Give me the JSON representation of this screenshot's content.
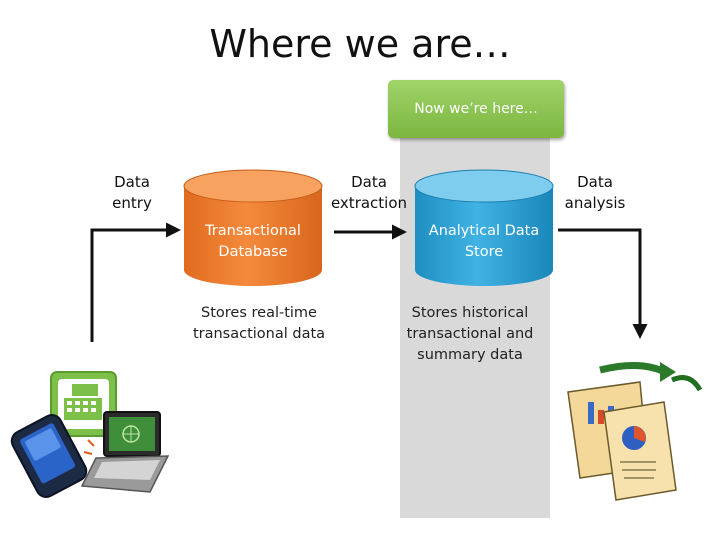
{
  "title": "Where we are…",
  "here_label": "Now we’re here…",
  "flow_labels": {
    "data_entry": "Data entry",
    "data_extraction": "Data extraction",
    "data_analysis": "Data analysis"
  },
  "transactional_db": {
    "name": "Transactional Database",
    "description": "Stores real-time transactional data",
    "color": "#ed7d31"
  },
  "analytical_store": {
    "name": "Analytical Data Store",
    "description": "Stores historical transactional and summary data",
    "color": "#2e9fd0"
  },
  "colors": {
    "highlight_box": "#8cc34f",
    "band": "#d9d9d9"
  },
  "icons": [
    "cash-register-icon",
    "phone-icon",
    "laptop-icon",
    "reports-icon"
  ]
}
